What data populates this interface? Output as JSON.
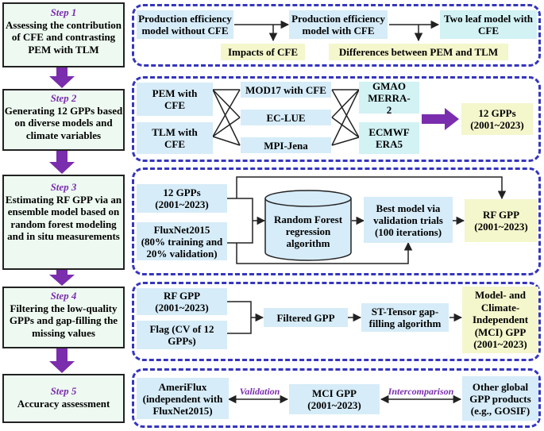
{
  "steps": [
    {
      "title": "Step 1",
      "text": "Assessing the contribution of CFE and contrasting PEM with TLM"
    },
    {
      "title": "Step 2",
      "text": "Generating 12 GPPs based on diverse models and climate variables"
    },
    {
      "title": "Step 3",
      "text": "Estimating RF GPP via an ensemble model based on random forest modeling and in situ measurements"
    },
    {
      "title": "Step 4",
      "text": "Filtering the low-quality GPPs and gap-filling the missing values"
    },
    {
      "title": "Step 5",
      "text": "Accuracy assessment"
    }
  ],
  "s1": {
    "pem_without": "Production efficiency model without CFE",
    "pem_with": "Production efficiency model with CFE",
    "tlm": "Two leaf model with CFE",
    "impacts": "Impacts of CFE",
    "differences": "Differences between PEM and TLM"
  },
  "s2": {
    "pem": "PEM with CFE",
    "tlm": "TLM with CFE",
    "mod17": "MOD17 with CFE",
    "eclue": "EC-LUE",
    "mpi": "MPI-Jena",
    "gmao": "GMAO MERRA-2",
    "ecmwf": "ECMWF ERA5",
    "out_line1": "12 GPPs",
    "out_line2": "(2001~2023)"
  },
  "s3": {
    "gpps_line1": "12 GPPs",
    "gpps_line2": "(2001~2023)",
    "flux_line1": "FluxNet2015",
    "flux_line2": "(80% training and",
    "flux_line3": "20% validation)",
    "rf_line1": "Random Forest",
    "rf_line2": "regression",
    "rf_line3": "algorithm",
    "best_line1": "Best model via",
    "best_line2": "validation trials",
    "best_line3": "(100 iterations)",
    "rfgpp_line1": "RF GPP",
    "rfgpp_line2": "(2001~2023)"
  },
  "s4": {
    "rfgpp_line1": "RF GPP",
    "rfgpp_line2": "(2001~2023)",
    "flag_line1": "Flag (CV of 12",
    "flag_line2": "GPPs)",
    "filtered": "Filtered GPP",
    "tensor_line1": "ST-Tensor gap-",
    "tensor_line2": "filling algorithm",
    "mci_line1": "Model- and",
    "mci_line2": "Climate-",
    "mci_line3": "Independent",
    "mci_line4": "(MCI) GPP",
    "mci_line5": "(2001~2023)"
  },
  "s5": {
    "ameri_line1": "AmeriFlux",
    "ameri_line2": "(independent with",
    "ameri_line3": "FluxNet2015)",
    "validation": "Validation",
    "mci_line1": "MCI GPP",
    "mci_line2": "(2001~2023)",
    "intercomparison": "Intercomparison",
    "other_line1": "Other global",
    "other_line2": "GPP products",
    "other_line3": "(e.g., GOSIF)"
  },
  "colors": {
    "panel_border": "#3535bf",
    "step_title": "#7a2dac",
    "step_arrow": "#7a2dac",
    "node_blue": "#d6ecf8",
    "node_aqua": "#d2f2f4",
    "node_yellow": "#f4f6cc",
    "step_bg": "#eefaf1"
  }
}
